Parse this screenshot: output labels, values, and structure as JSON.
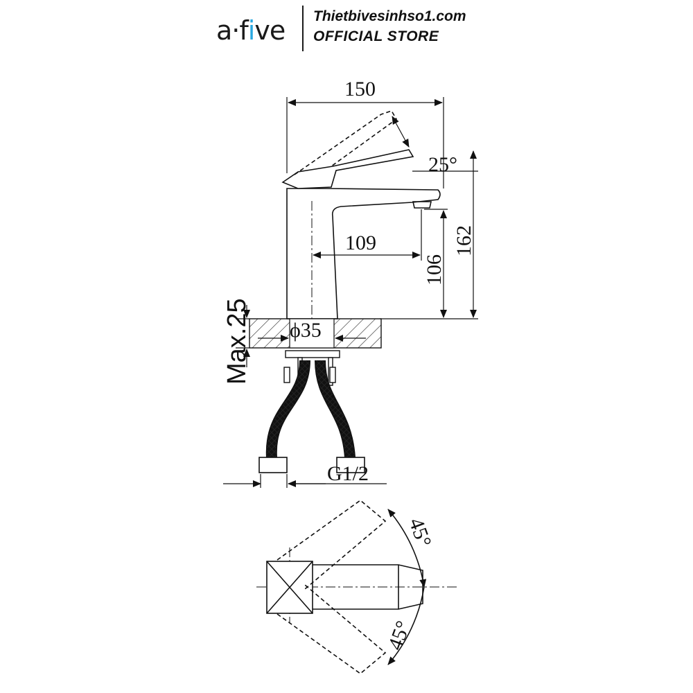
{
  "header": {
    "logo_prefix": "a",
    "logo_dot": "·",
    "logo_f": "f",
    "logo_i": "i",
    "logo_suffix": "ve",
    "store_site": "Thietbivesinhso1.com",
    "store_label": "OFFICIAL STORE",
    "accent_color": "#29a8e0"
  },
  "dimensions": {
    "width": "150",
    "lever_angle": "25°",
    "total_height": "162",
    "spout_reach": "109",
    "spout_height": "106",
    "max_deck": "Max.25",
    "hole_diameter": "ϕ35",
    "thread": "G1/2",
    "rotate_up": "45°",
    "rotate_down": "45°"
  }
}
